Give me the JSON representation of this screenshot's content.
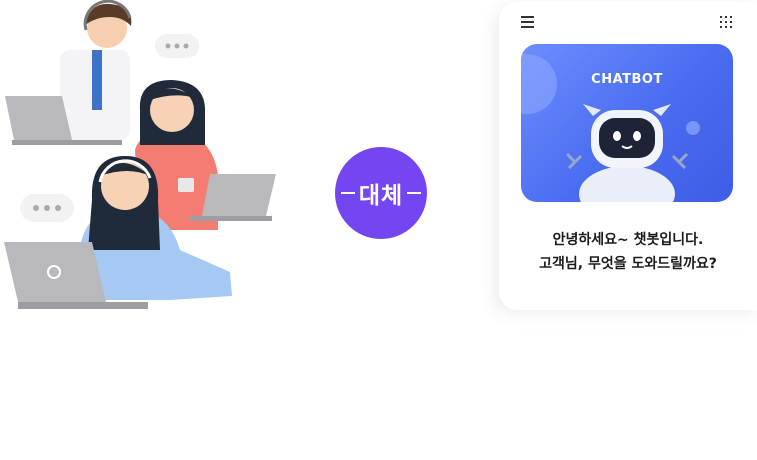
{
  "badge": {
    "label": "대체",
    "color": "#7446f1"
  },
  "phone": {
    "banner_title": "CHATBOT",
    "greeting_line1": "안녕하세요~ 챗봇입니다.",
    "greeting_line2": "고객님, 무엇을 도와드릴까요?",
    "banner_color": "#4a6cf0"
  },
  "icons": [
    "menu-icon",
    "grid-icon",
    "chatbot-robot-icon",
    "speech-bubble-icon",
    "laptop-icon"
  ]
}
